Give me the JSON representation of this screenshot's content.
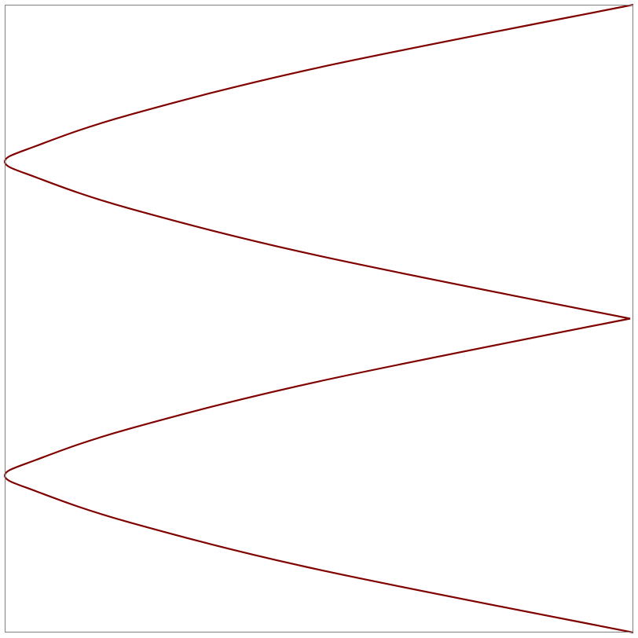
{
  "chart_data": {
    "type": "line",
    "title": "",
    "xlabel": "",
    "ylabel": "",
    "grid": false,
    "legend": "none",
    "line_color": "#800000",
    "frame_color": "#808080",
    "xlim": [
      0,
      1
    ],
    "ylim": [
      -1,
      1
    ],
    "series": [
      {
        "points": [
          [
            1.0,
            1.0
          ],
          [
            0.5,
            0.8
          ],
          [
            0.2,
            0.65
          ],
          [
            0.05,
            0.55
          ],
          [
            0.0,
            0.5
          ],
          [
            0.05,
            0.45
          ],
          [
            0.2,
            0.35
          ],
          [
            0.5,
            0.2
          ],
          [
            0.995,
            0.0
          ],
          [
            0.5,
            -0.2
          ],
          [
            0.2,
            -0.35
          ],
          [
            0.05,
            -0.45
          ],
          [
            0.0,
            -0.5
          ],
          [
            0.05,
            -0.55
          ],
          [
            0.2,
            -0.65
          ],
          [
            0.5,
            -0.8
          ],
          [
            1.0,
            -1.0
          ]
        ]
      }
    ]
  }
}
